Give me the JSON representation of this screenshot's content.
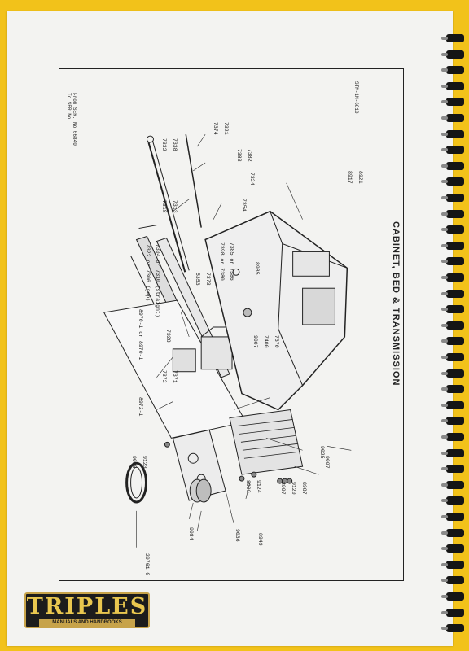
{
  "page": {
    "section_title": "CABINET, BED & TRANSMISSION",
    "serial_note_line1": "From SER. No 66840",
    "serial_note_line2": "To SER No.",
    "doc_ref": "STM-1M-6810"
  },
  "part_labels": [
    "7374",
    "7321",
    "7332",
    "7338",
    "7383",
    "7382",
    "7324",
    "7354",
    "8917",
    "8921",
    "7318",
    "7313",
    "7322 or 7306 (gap)",
    "7304 or 7310 (straight)",
    "7398 or 7380",
    "7385 or 7386",
    "5353",
    "7373",
    "8985",
    "7328",
    "8970-1 or 8970-1",
    "7372",
    "7371",
    "9007",
    "7400",
    "7370",
    "8972-1",
    "9095",
    "9123",
    "8999",
    "9124",
    "8997",
    "9120",
    "8987",
    "9097",
    "9025",
    "8949",
    "9084",
    "9036",
    "20761-0"
  ],
  "logo": {
    "word": "TRIPLES",
    "tagline": "MANUALS AND HANDBOOKS"
  },
  "colors": {
    "background": "#f2c21a",
    "paper": "#f3f3f1",
    "ink": "#222222",
    "logo_gold": "#e9c74f"
  }
}
